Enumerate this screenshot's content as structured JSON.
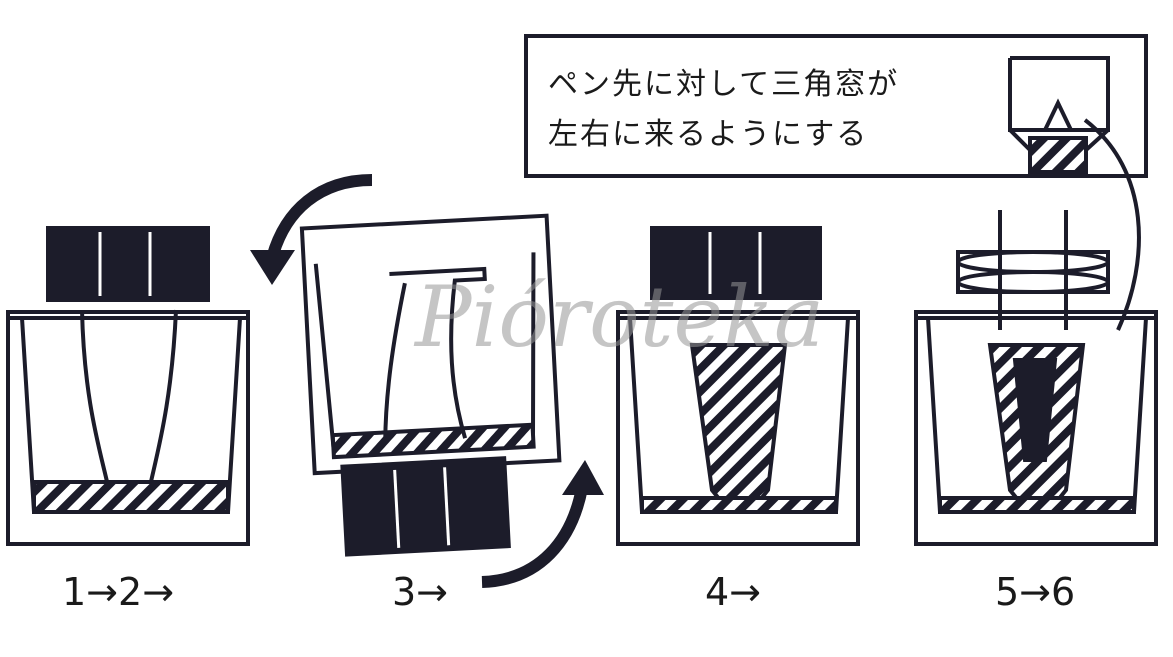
{
  "callout": {
    "line1": "ペン先に対して三角窓が",
    "line2": "左右に来るようにする"
  },
  "steps": [
    {
      "label": "1→2→"
    },
    {
      "label": "3→"
    },
    {
      "label": "4→"
    },
    {
      "label": "5→6"
    }
  ],
  "watermark": "Pióroteka",
  "colors": {
    "ink": "#1c1c2a",
    "paper": "#ffffff"
  }
}
